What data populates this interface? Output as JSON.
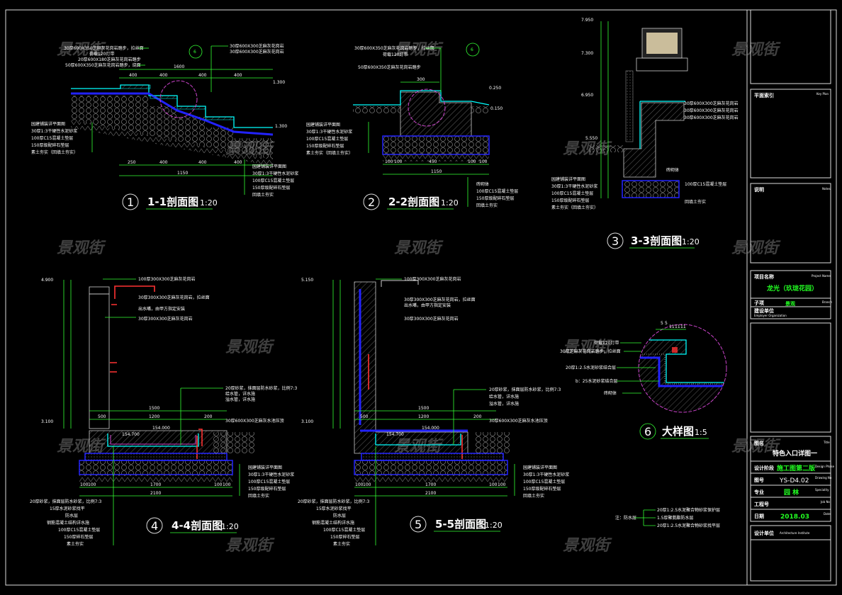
{
  "watermark": "景观街",
  "colors": {
    "background": "#000000",
    "dimension": "#33ff33",
    "finish": "#00ffff",
    "layer": "#2222ff",
    "detail_circle": "#cc44cc",
    "pipe": "#ff3333"
  },
  "sections": [
    {
      "number": "1",
      "title": "1-1剖面图",
      "scale": "1:20",
      "dims_top": [
        "400",
        "400",
        "400",
        "400"
      ],
      "dim_total_top": "1600",
      "dims_bottom": [
        "250",
        "400",
        "400",
        "400"
      ],
      "dim_total_bottom": "1150",
      "levels": [
        "1.300",
        "1.300"
      ],
      "detail_ref": "6",
      "notes_top": [
        "30厚600X350芝麻灰花岗岩踏步，拉丝面",
        "荷载120灯带",
        "20厚600X180芝麻灰花岗岩踏步",
        "50厚600X350芝麻灰花岗岩踏步，烧面"
      ],
      "notes_right_top": [
        "30厚600X300芝麻灰花岗岩",
        "30厚600X300芝麻灰花岗岩"
      ],
      "notes_left": [
        "园建铺装详平面图",
        "30厚1:3干硬性水泥砂浆",
        "100厚C15混凝土垫层",
        "150厚级配碎石垫层",
        "素土夯实（回填土夯实）"
      ],
      "notes_right": [
        "园建铺装详平面图",
        "30厚1:3干硬性水泥砂浆",
        "100厚C15混凝土垫层",
        "150厚级配碎石垫层",
        "回填土夯实"
      ]
    },
    {
      "number": "2",
      "title": "2-2剖面图",
      "scale": "1:20",
      "dims_top": [
        "300"
      ],
      "dims_bottom": [
        "100",
        "100",
        "450",
        "100",
        "100"
      ],
      "dim_total_bottom": "1150",
      "levels": [
        "0.250",
        "0.150"
      ],
      "detail_ref": "6",
      "notes_top": [
        "30厚600X350芝麻灰花岗岩踏步，拉丝面",
        "荷载120灯带",
        "50厚600X350芝麻灰花岗岩踏步"
      ],
      "notes_left": [
        "园建铺装详平面图",
        "30厚1:3干硬性水泥砂浆",
        "100厚C15混凝土垫层",
        "150厚级配碎石垫层",
        "素土夯实（回填土夯实）"
      ],
      "notes_right": [
        "砖砌体",
        "100厚C15混凝土垫层",
        "150厚级配碎石垫层",
        "回填土夯实"
      ]
    },
    {
      "number": "3",
      "title": "3-3剖面图",
      "scale": "1:20",
      "levels": [
        "7.950",
        "7.300",
        "6.950",
        "5.550"
      ],
      "notes_right": [
        "30厚600X300芝麻灰花岗岩",
        "30厚600X300芝麻灰花岗岩",
        "30厚600X300芝麻灰花岗岩",
        "砖砌体",
        "100厚C15混凝土垫层",
        "回填土夯实"
      ],
      "notes_left": [
        "园建铺装详平面图",
        "30厚1:3干硬性水泥砂浆",
        "100厚C15混凝土垫层",
        "150厚级配碎石垫层",
        "素土夯实（回填土夯实）"
      ]
    },
    {
      "number": "4",
      "title": "4-4剖面图",
      "scale": "1:20",
      "dims_top": [
        "1500",
        "500",
        "1200",
        "200"
      ],
      "dims_bottom": [
        "100",
        "100",
        "1700",
        "100",
        "100"
      ],
      "dim_total_bottom": "2100",
      "levels": [
        "4.900",
        "3.100",
        "154.000",
        "154.700"
      ],
      "notes_top": [
        "100厚300X300芝麻灰花岗岩",
        "30厚300X300芝麻灰花岗岩，拉丝面",
        "出水嘴，由甲方指定安装",
        "30厚300X300芝麻灰花岗岩"
      ],
      "notes_mid": [
        "20厚砂浆，抹面层防水砂浆，比例7:3",
        "给水管，详水施",
        "溢水管，详水施",
        "30厚600X300芝麻灰水池压顶"
      ],
      "notes_left": [
        "20厚砂浆，抹面层防水砂浆，比例7:3",
        "15厚水泥砂浆找平",
        "防水层",
        "钢筋混凝土结构详水施",
        "100厚C15混凝土垫层",
        "150厚碎石垫层",
        "素土夯实"
      ],
      "notes_right": [
        "园建铺装详平面图",
        "30厚1:3干硬性水泥砂浆",
        "100厚C15混凝土垫层",
        "150厚级配碎石垫层",
        "回填土夯实"
      ]
    },
    {
      "number": "5",
      "title": "5-5剖面图",
      "scale": "1:20",
      "dims_top": [
        "1500",
        "500",
        "1200",
        "200"
      ],
      "dims_bottom": [
        "100",
        "100",
        "1700",
        "100",
        "100"
      ],
      "dim_total_bottom": "2100",
      "levels": [
        "5.150",
        "3.100",
        "154.000",
        "154.700"
      ],
      "notes_top": [
        "100厚300X300芝麻灰花岗岩",
        "30厚300X300芝麻灰花岗岩，拉丝面",
        "出水嘴，由甲方指定安装",
        "30厚300X300芝麻灰花岗岩"
      ],
      "notes_mid": [
        "20厚砂浆，抹面层防水砂浆，比例7:3",
        "给水管，详水施",
        "溢水管，详水施",
        "30厚600X300芝麻灰水池压顶"
      ],
      "notes_left": [
        "20厚砂浆，抹面层防水砂浆，比例7:3",
        "15厚水泥砂浆找平",
        "防水层",
        "钢筋混凝土结构详水施",
        "100厚C15混凝土垫层",
        "150厚碎石垫层",
        "素土夯实"
      ],
      "notes_right": [
        "园建铺装详平面图",
        "30厚1:3干硬性水泥砂浆",
        "100厚C15混凝土垫层",
        "150厚级配碎石垫层",
        "回填土夯实"
      ]
    },
    {
      "number": "6",
      "title": "大样图",
      "scale": "1:5",
      "notes": [
        "荷载120灯带",
        "30厚芝麻灰花岗岩踏步，拉丝面",
        "20厚1:2.5水泥砂浆结合层",
        "b：25水泥砂浆结合层",
        "砖砌体"
      ],
      "dims": [
        "5",
        "5",
        "11",
        "11",
        "11"
      ]
    }
  ],
  "waterproof_note": {
    "label": "注：防水层",
    "items": [
      "20厚1:2.5水泥聚合物砂浆保护层",
      "1.5厚聚氨酯防水层",
      "20厚1:2.5水泥聚合物砂浆找平层"
    ]
  },
  "title_block": {
    "key_plan": {
      "label": "平面索引",
      "en": "Key Plan"
    },
    "notes": {
      "label": "说明",
      "en": "Notes"
    },
    "project_name": {
      "label": "项目名称",
      "en": "Project Name",
      "value": "龙光（玖珑花园）"
    },
    "branch": {
      "label": "子项",
      "en": "Branch",
      "value": "景观"
    },
    "employer": {
      "label": "建设单位",
      "en": "Employer Organization"
    },
    "title": {
      "label": "图名",
      "en": "Title",
      "value": "特色入口详图一"
    },
    "design_phase": {
      "label": "设计阶段",
      "en": "Design Phase",
      "value": "施工图第二版"
    },
    "drawing_no": {
      "label": "图号",
      "en": "Drawing No",
      "value": "YS-D4.02"
    },
    "speciality": {
      "label": "专业",
      "en": "Speciality",
      "value": "园 林"
    },
    "job_no": {
      "label": "工程号",
      "en": "Job No"
    },
    "date": {
      "label": "日期",
      "en": "Date",
      "value": "2018.03"
    },
    "design_unit": {
      "label": "设计单位",
      "en": "Architecture Institute"
    }
  }
}
